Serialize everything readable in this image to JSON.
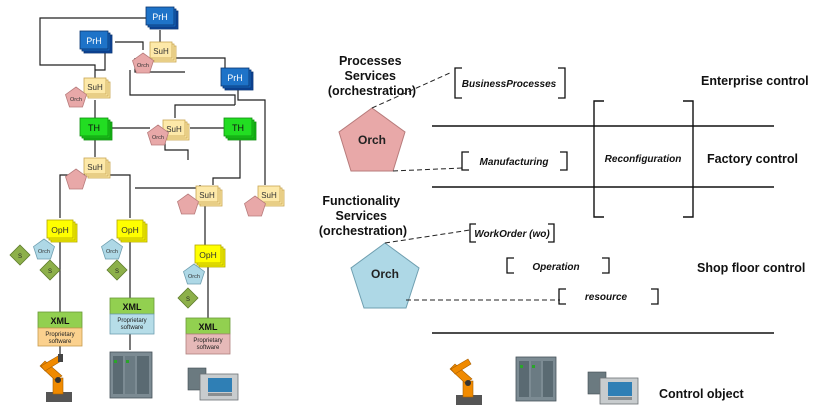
{
  "hierarchy": {
    "prh_label": "PrH",
    "suh_label": "SuH",
    "th_label": "TH",
    "oph_label": "OpH",
    "orch_label": "Orch",
    "s_label": "S",
    "xml_label": "XML",
    "proprietary_label": "Proprietary software"
  },
  "layers": {
    "processes_services": [
      "Processes",
      "Services",
      "(orchestration)"
    ],
    "functionality_services": [
      "Functionality",
      "Services",
      "(orchestration)"
    ],
    "orch_top": "Orch",
    "orch_bottom": "Orch",
    "business_processes": "BusinessProcesses",
    "manufacturing": "Manufacturing",
    "reconfiguration": "Reconfiguration",
    "work_order": "WorkOrder (wo)",
    "operation": "Operation",
    "resource": "resource"
  },
  "control_levels": {
    "enterprise": "Enterprise control",
    "factory": "Factory control",
    "shop_floor": "Shop floor control",
    "control_object": "Control object"
  },
  "colors": {
    "prh": "#1565c0",
    "suh": "#fde9a9",
    "th": "#22dd22",
    "oph": "#ffff00",
    "orch_pink": "#e8a8a8",
    "orch_blue": "#aed8e6",
    "s_green": "#8db04a",
    "xml_green": "#92d050",
    "proprietary_orange": "#fbd18e",
    "proprietary_blue": "#b6dde8",
    "proprietary_red": "#e6b9b8"
  }
}
